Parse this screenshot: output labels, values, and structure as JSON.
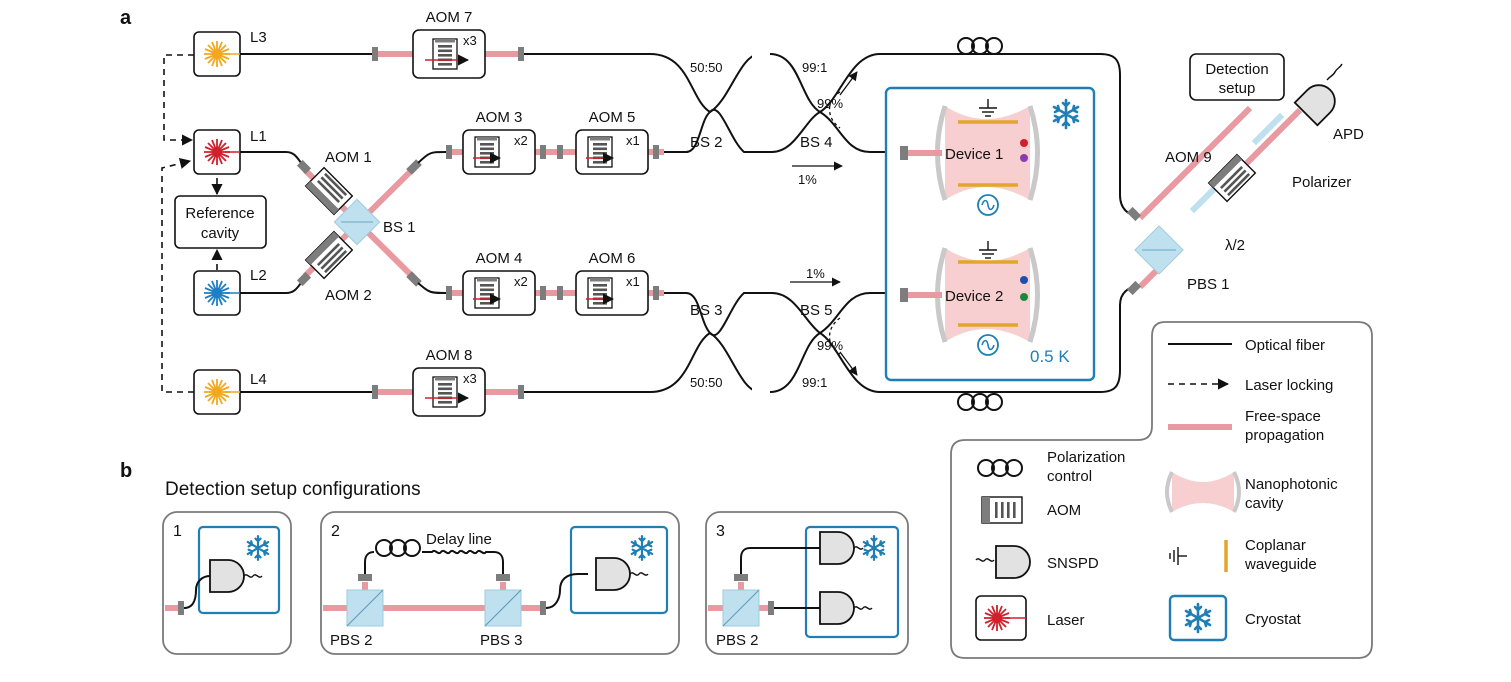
{
  "panel_a": {
    "letter": "a",
    "lasers": {
      "l1": "L1",
      "l2": "L2",
      "l3": "L3",
      "l4": "L4"
    },
    "reference_cavity": [
      "Reference",
      "cavity"
    ],
    "aom1": "AOM 1",
    "aom2": "AOM 2",
    "aom3": "AOM 3",
    "aom4": "AOM 4",
    "aom5": "AOM 5",
    "aom6": "AOM 6",
    "aom7": "AOM 7",
    "aom8": "AOM 8",
    "aom9": "AOM 9",
    "mult_x1": "x1",
    "mult_x2": "x2",
    "mult_x3": "x3",
    "bs1": "BS 1",
    "bs2": "BS 2",
    "bs3": "BS 3",
    "bs4": "BS 4",
    "bs5": "BS 5",
    "ratio_5050": "50:50",
    "ratio_991": "99:1",
    "pct_99": "99%",
    "pct_1": "1%",
    "device1": "Device 1",
    "device2": "Device 2",
    "temperature": "0.5 K",
    "pbs1": "PBS 1",
    "halfwave": "λ/2",
    "polarizer": "Polarizer",
    "apd": "APD",
    "detection_setup": [
      "Detection",
      "setup"
    ]
  },
  "panel_b": {
    "letter": "b",
    "title": "Detection setup configurations",
    "config1": {
      "number": "1"
    },
    "config2": {
      "number": "2",
      "delay_line": "Delay line",
      "pbs2": "PBS 2",
      "pbs3": "PBS 3"
    },
    "config3": {
      "number": "3",
      "pbs2": "PBS 2"
    }
  },
  "legend": {
    "optical_fiber": "Optical fiber",
    "laser_locking": "Laser locking",
    "free_space": [
      "Free-space",
      "propagation"
    ],
    "polarization_control": [
      "Polarization",
      "control"
    ],
    "aom": "AOM",
    "snspd": "SNSPD",
    "laser": "Laser",
    "nanophotonic_cavity": [
      "Nanophotonic",
      "cavity"
    ],
    "coplanar_waveguide": [
      "Coplanar",
      "waveguide"
    ],
    "cryostat": "Cryostat"
  },
  "colors": {
    "beam": "#e89aa0",
    "laser_red": "#d0202c",
    "laser_blue": "#1d7fc4",
    "laser_yellow": "#f2a81d",
    "cryostat_blue": "#1f7fb5",
    "beamsplitter": "#bfe0ee",
    "cavity_pink": "#f8cfd0",
    "waveguide_gold": "#e3a52a",
    "connector_gray": "#7d7d7d"
  }
}
